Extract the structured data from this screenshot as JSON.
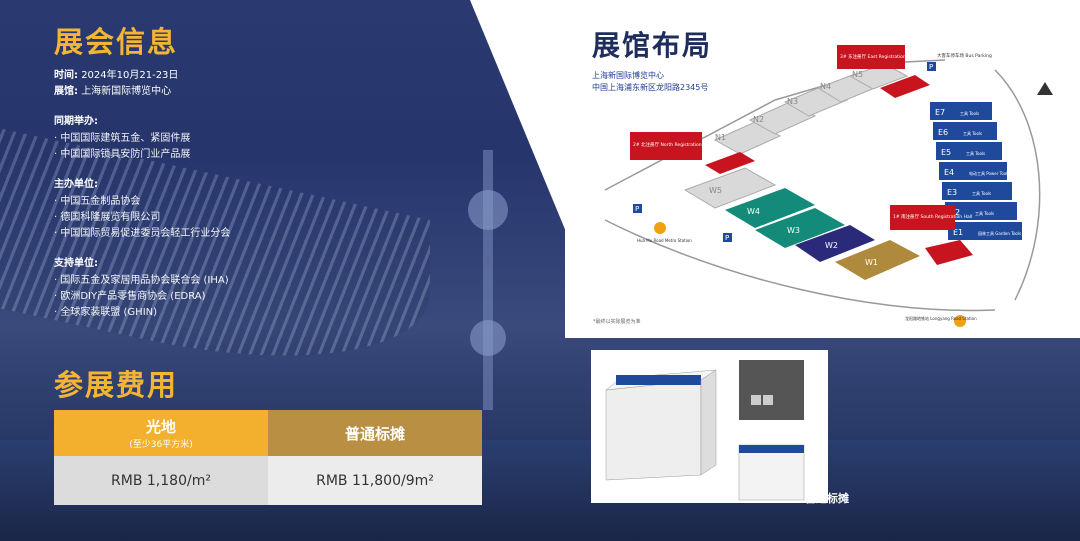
{
  "info": {
    "title": "展会信息",
    "time_label": "时间:",
    "time_value": "2024年10月21-23日",
    "venue_label": "展馆:",
    "venue_value": "上海新国际博览中心",
    "concurrent_title": "同期举办:",
    "concurrent": [
      "· 中国国际建筑五金、紧固件展",
      "· 中国国际锁具安防门业产品展"
    ],
    "organizer_title": "主办单位:",
    "organizers": [
      "· 中国五金制品协会",
      "· 德国科隆展览有限公司",
      "· 中国国际贸易促进委员会轻工行业分会"
    ],
    "supporter_title": "支持单位:",
    "supporters": [
      "· 国际五金及家居用品协会联合会 (IHA)",
      "· 欧洲DIY产品零售商协会 (EDRA)",
      "· 全球家装联盟 (GHIN)"
    ]
  },
  "fees": {
    "title": "参展费用",
    "col1_head": "光地",
    "col1_sub": "(至少36平方米)",
    "col1_price": "RMB 1,180/m²",
    "col2_head": "普通标摊",
    "col2_price": "RMB 11,800/9m²"
  },
  "layout": {
    "title": "展馆布局",
    "address_line1": "上海新国际博览中心",
    "address_line2": "中国上海浦东新区龙阳路2345号",
    "note": "*最终以实际展览为准",
    "halls_n": [
      "N1",
      "N2",
      "N3",
      "N4",
      "N5"
    ],
    "halls_e": [
      "E7",
      "E6",
      "E5",
      "E4",
      "E3",
      "E2",
      "E1"
    ],
    "halls_w": [
      "W5",
      "W4",
      "W3",
      "W2",
      "W1"
    ],
    "hall_e_labels": [
      "工具 Tools",
      "工具 Tools",
      "工具 Tools",
      "电动工具 Power Tools",
      "工具 Tools",
      "工具 Tools",
      "园林工具 Garden Tools"
    ],
    "entrance_east": "3# 东注册厅 East Registration Hall",
    "entrance_north": "2# 北注册厅 North Registration Hall",
    "entrance_south": "1# 南注册厅 South Registration Hall",
    "bus_parking": "大客车停车场 Bus Parking",
    "metro_huamu": "Hua Mu Road Metro Station",
    "metro_longyang": "龙阳路地铁站 Longyang Road Station"
  },
  "booth": {
    "caption": "普通标摊"
  },
  "colors": {
    "accent_yellow": "#f3b533",
    "navy": "#1f2d5c",
    "hall_blue": "#1f4a9c",
    "hall_teal": "#138a7a",
    "hall_gold": "#b08a3c",
    "hall_red": "#c8141e"
  }
}
